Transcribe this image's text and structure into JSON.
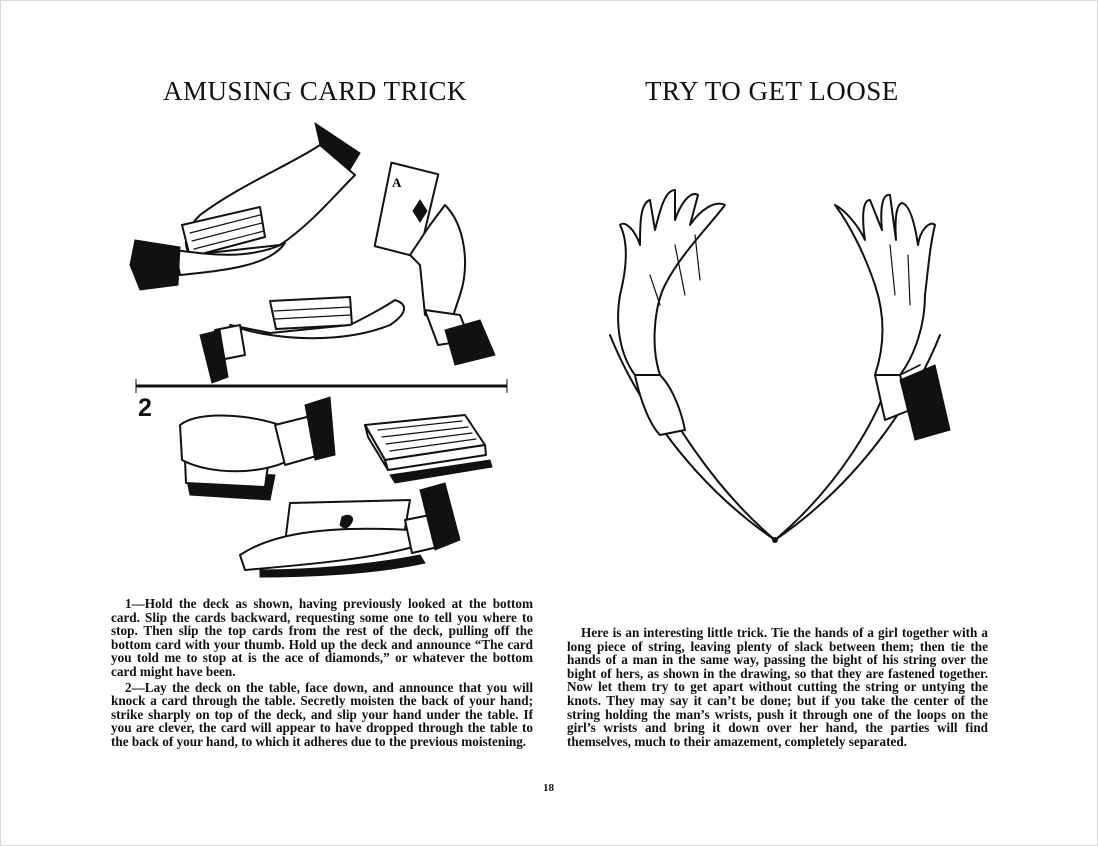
{
  "left": {
    "title": "AMUSING CARD TRICK",
    "figure_number": "2",
    "paragraph1": "1—Hold the deck as shown, having previously looked at the bottom card. Slip the cards backward, requesting some one to tell you where to stop. Then slip the top cards from the rest of the deck, pulling off the bottom card with your thumb. Hold up the deck and announce “The card you told me to stop at is the ace of diamonds,” or whatever the bottom card might have been.",
    "paragraph2": "2—Lay the deck on the table, face down, and announce that you will knock a card through the table. Secretly moisten the back of your hand; strike sharply on top of the deck, and slip your hand under the table. If you are clever, the card will appear to have dropped through the table to the back of your hand, to which it adheres due to the previous moistening."
  },
  "right": {
    "title": "TRY TO GET LOOSE",
    "paragraph": "Here is an interesting little trick. Tie the hands of a girl together with a long piece of string, leaving plenty of slack between them; then tie the hands of a man in the same way, passing the bight of his string over the bight of hers, as shown in the drawing, so that they are fastened together. Now let them try to get apart without cutting the string or untying the knots. They may say it can’t be done; but if you take the center of the string holding the man’s wrists, push it through one of the loops on the girl’s wrists and bring it down over her hand, the parties will find themselves, much to their amazement, completely separated."
  },
  "page_number": "18",
  "icons": [
    "hand-holding-deck",
    "hand-holding-card",
    "ace-of-diamonds",
    "fist-on-deck",
    "card-deck",
    "hand-with-card",
    "tied-hands"
  ]
}
